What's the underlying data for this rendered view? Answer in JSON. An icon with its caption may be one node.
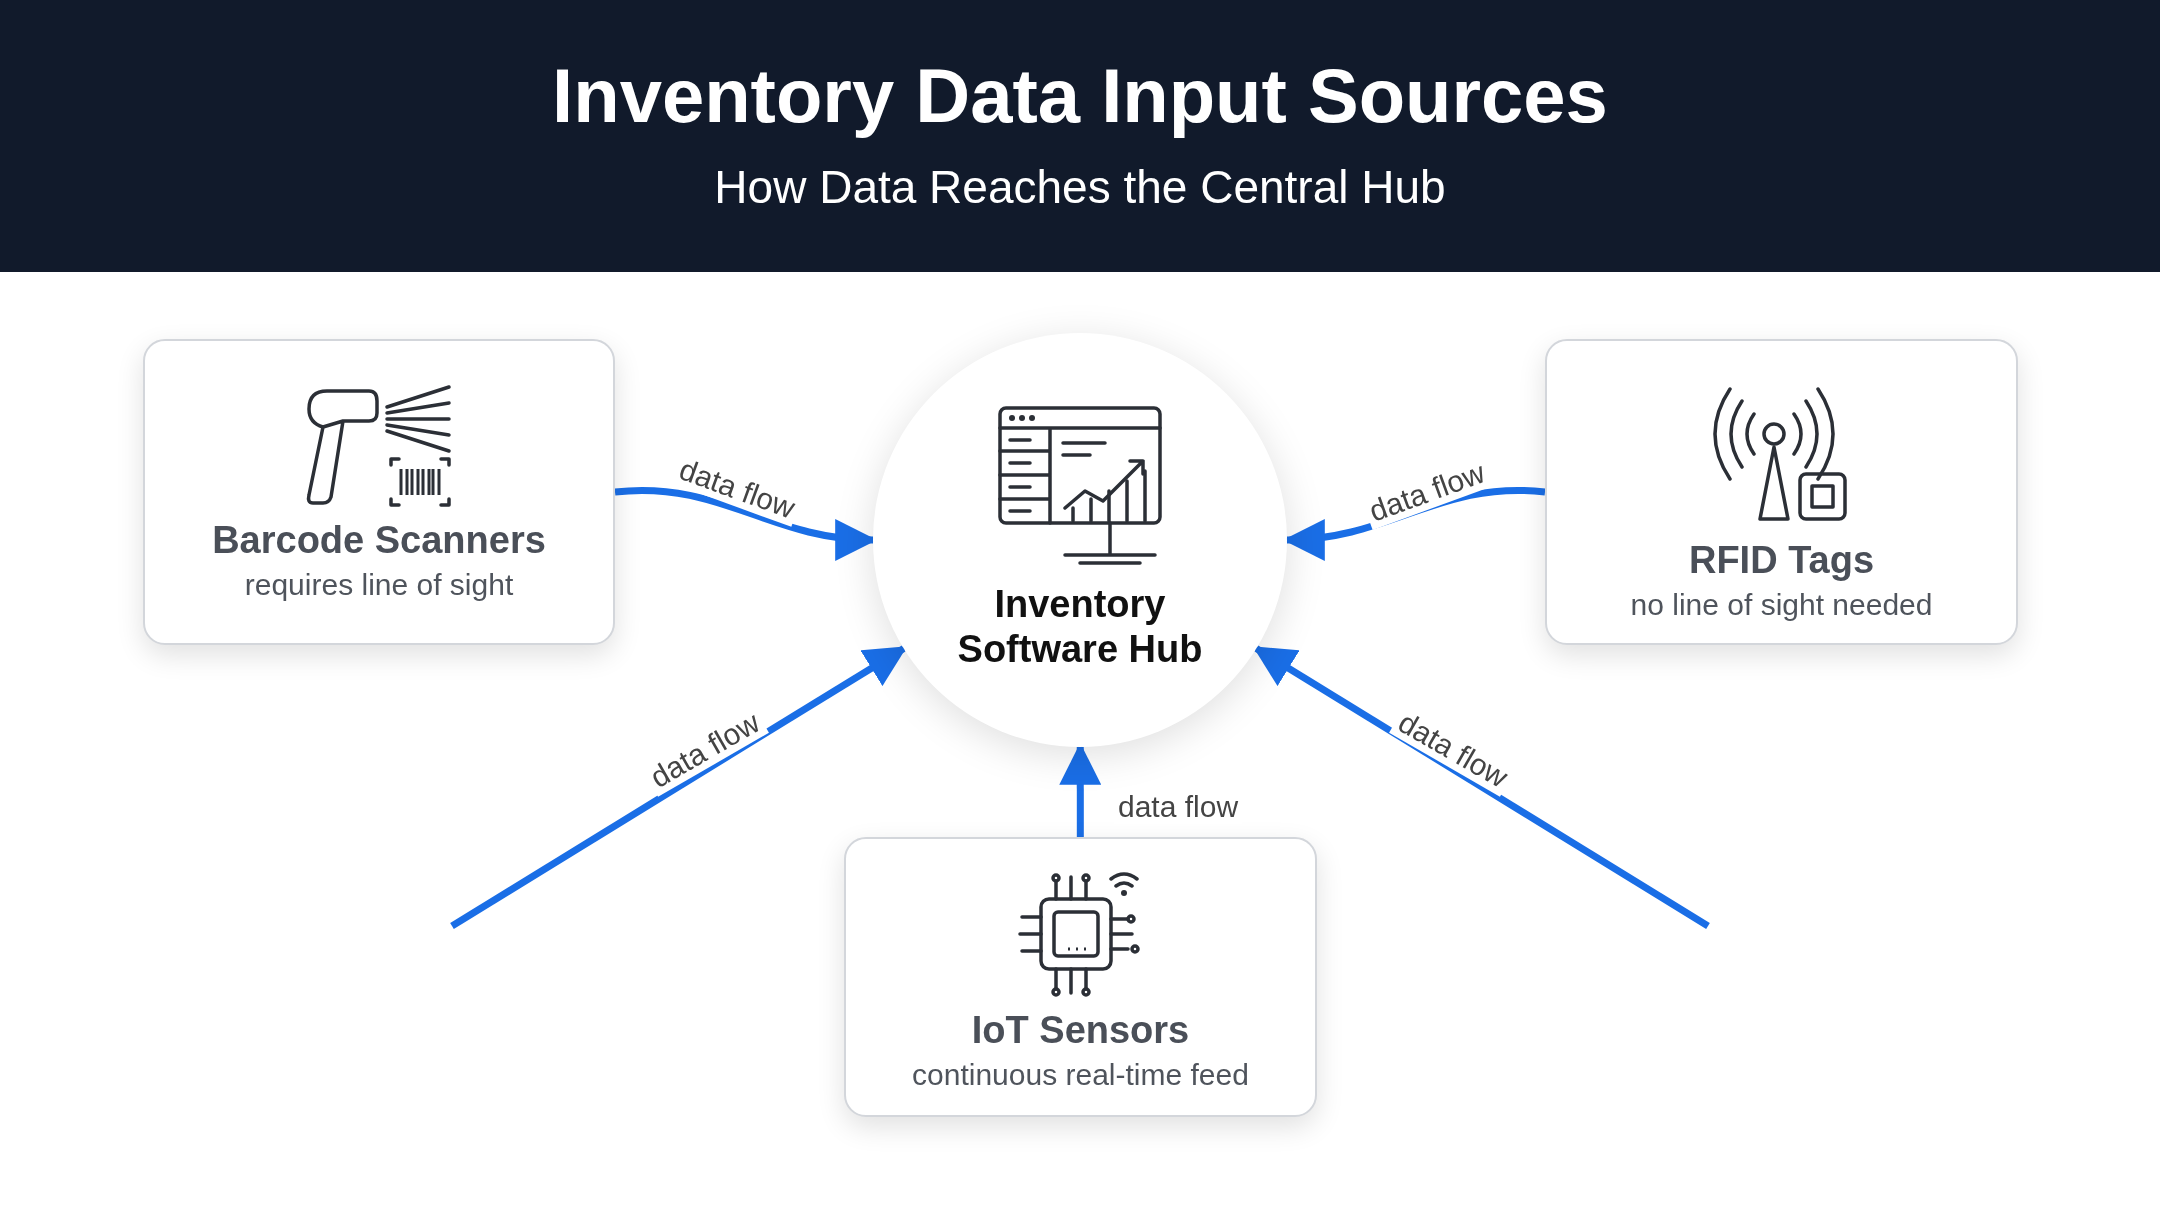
{
  "diagram": {
    "title": "Inventory Data Input Sources",
    "caption": "How Data Reaches the Central Hub",
    "nodes": [
      {
        "text": [
          "Barcode Scanners",
          "requires line of sight"
        ]
      },
      {
        "text": [
          "Inventory Software Hub"
        ]
      },
      {
        "text": [
          "RFID Tags",
          "no line of sight needed"
        ]
      },
      {
        "text": [
          "IoT Sensors",
          "continuous real-time feed"
        ]
      }
    ],
    "edges": [
      {
        "from": 0,
        "to": 1,
        "arrow": "to",
        "label": "data flow"
      },
      {
        "from": 2,
        "to": 1,
        "arrow": "to",
        "label": "data flow"
      },
      {
        "from": null,
        "to": 1,
        "arrow": "to",
        "label": "data flow"
      },
      {
        "from": 3,
        "to": 1,
        "arrow": "to",
        "label": "data flow"
      },
      {
        "from": null,
        "to": 1,
        "arrow": "to",
        "label": "data flow"
      }
    ]
  }
}
